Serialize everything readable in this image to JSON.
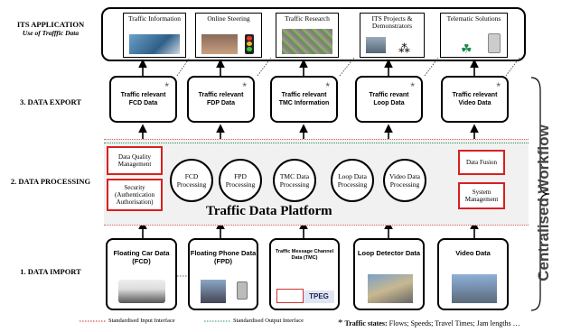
{
  "rows": {
    "application": {
      "label": "ITS APPLICATION",
      "sublabel": "Use of Trafffic Data"
    },
    "export": {
      "label": "3. DATA EXPORT"
    },
    "processing": {
      "label": "2. DATA PROCESSING"
    },
    "import": {
      "label": "1. DATA IMPORT"
    }
  },
  "applications": [
    {
      "label": "Traffic Information"
    },
    {
      "label": "Online Steering"
    },
    {
      "label": "Traffic Research"
    },
    {
      "label": "ITS Projects & Demonstrators"
    },
    {
      "label": "Telematic Solutions"
    }
  ],
  "exports": [
    {
      "line1": "Traffic relevant",
      "line2": "FCD Data",
      "star": "*"
    },
    {
      "line1": "Traffic relevant",
      "line2": "FDP Data",
      "star": "*"
    },
    {
      "line1": "Traffic relevant",
      "line2": "TMC Information",
      "star": "*"
    },
    {
      "line1": "Traffic revant",
      "line2": "Loop Data",
      "star": "*"
    },
    {
      "line1": "Traffic relevant",
      "line2": "Video Data",
      "star": "*"
    }
  ],
  "processing": {
    "left_boxes": [
      "Data Quality Management",
      "Security (Authentication Authorisation)"
    ],
    "right_boxes": [
      "Data Fusion",
      "System Management"
    ],
    "circles": [
      "FCD Processing",
      "FPD Processing",
      "TMC Data Processing",
      "Loop Data Processing",
      "Video Data Processing"
    ],
    "platform_title": "Traffic Data Platform"
  },
  "imports": [
    {
      "label": "Floating Car Data (FCD)"
    },
    {
      "label": "Floating Phone Data (FPD)"
    },
    {
      "label": "Traffic Message Channel Data (TMC)",
      "logo_text": "TPEG"
    },
    {
      "label": "Loop Detector Data"
    },
    {
      "label": "Video Data"
    }
  ],
  "workflow_label": "Centralised Workflow",
  "legend": {
    "input": "Standardised Input Interface",
    "output": "Standardised Output Interface",
    "star": "*",
    "traffic_states_bold": "Traffic states:",
    "traffic_states_rest": " Flows; Speeds; Travel Times; Jam lengths …"
  },
  "colors": {
    "red": "#d82020",
    "green": "#2f8f5f",
    "platform": "#f1f1f1"
  }
}
